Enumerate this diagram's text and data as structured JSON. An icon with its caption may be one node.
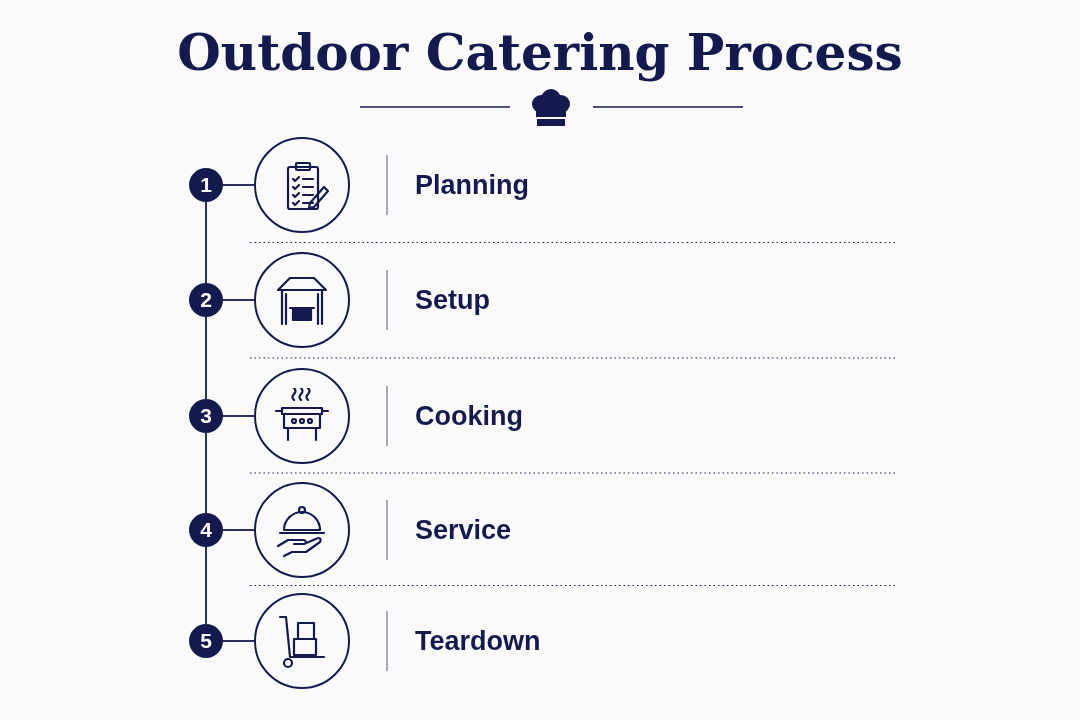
{
  "diagram": {
    "title": "Outdoor Catering Process",
    "nodes": [
      {
        "text": [
          "1"
        ]
      },
      {
        "text": [],
        "shape": "picture",
        "beside": [
          "Planning"
        ]
      },
      {
        "text": [
          "2"
        ]
      },
      {
        "text": [],
        "shape": "picture",
        "beside": [
          "Setup"
        ]
      },
      {
        "text": [
          "3"
        ]
      },
      {
        "text": [],
        "shape": "picture",
        "beside": [
          "Cooking"
        ]
      },
      {
        "text": [
          "4"
        ]
      },
      {
        "text": [],
        "shape": "picture",
        "beside": [
          "Service"
        ]
      },
      {
        "text": [
          "5"
        ]
      },
      {
        "text": [],
        "shape": "picture",
        "beside": [
          "Teardown"
        ]
      }
    ],
    "edges": [
      {
        "from": 0,
        "to": 1,
        "arrow": "none"
      },
      {
        "from": 0,
        "to": 2,
        "arrow": "none"
      },
      {
        "from": 2,
        "to": 3,
        "arrow": "none"
      },
      {
        "from": 2,
        "to": 4,
        "arrow": "none"
      },
      {
        "from": 4,
        "to": 5,
        "arrow": "none"
      },
      {
        "from": 4,
        "to": 6,
        "arrow": "none"
      },
      {
        "from": 6,
        "to": 7,
        "arrow": "none"
      },
      {
        "from": 6,
        "to": 8,
        "arrow": "none"
      },
      {
        "from": 8,
        "to": 9,
        "arrow": "none"
      }
    ]
  }
}
